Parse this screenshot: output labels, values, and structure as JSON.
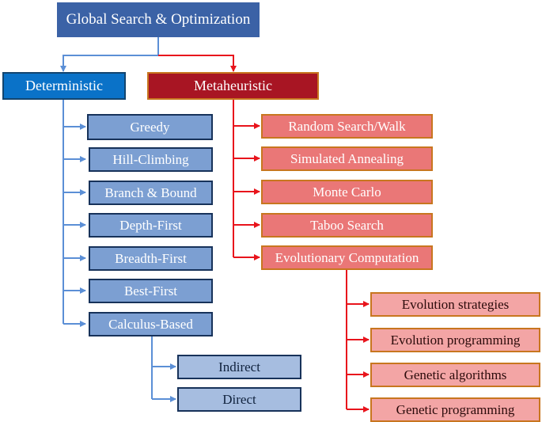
{
  "diagram": {
    "root": {
      "label": "Global Search & Optimization"
    },
    "deterministic": {
      "label": "Deterministic",
      "children": [
        "Greedy",
        "Hill-Climbing",
        "Branch & Bound",
        "Depth-First",
        "Breadth-First",
        "Best-First",
        "Calculus-Based"
      ],
      "calculus_children": [
        "Indirect",
        "Direct"
      ]
    },
    "metaheuristic": {
      "label": "Metaheuristic",
      "children": [
        "Random Search/Walk",
        "Simulated Annealing",
        "Monte Carlo",
        "Taboo Search",
        "Evolutionary Computation"
      ],
      "evolutionary_children": [
        "Evolution strategies",
        "Evolution programming",
        "Genetic algorithms",
        "Genetic programming"
      ]
    },
    "colors": {
      "root": "#3b62a6",
      "deterministic": "#0a72c8",
      "metaheuristic": "#a81523",
      "blue_connector": "#5b8fd6",
      "red_connector": "#e8141c"
    }
  }
}
